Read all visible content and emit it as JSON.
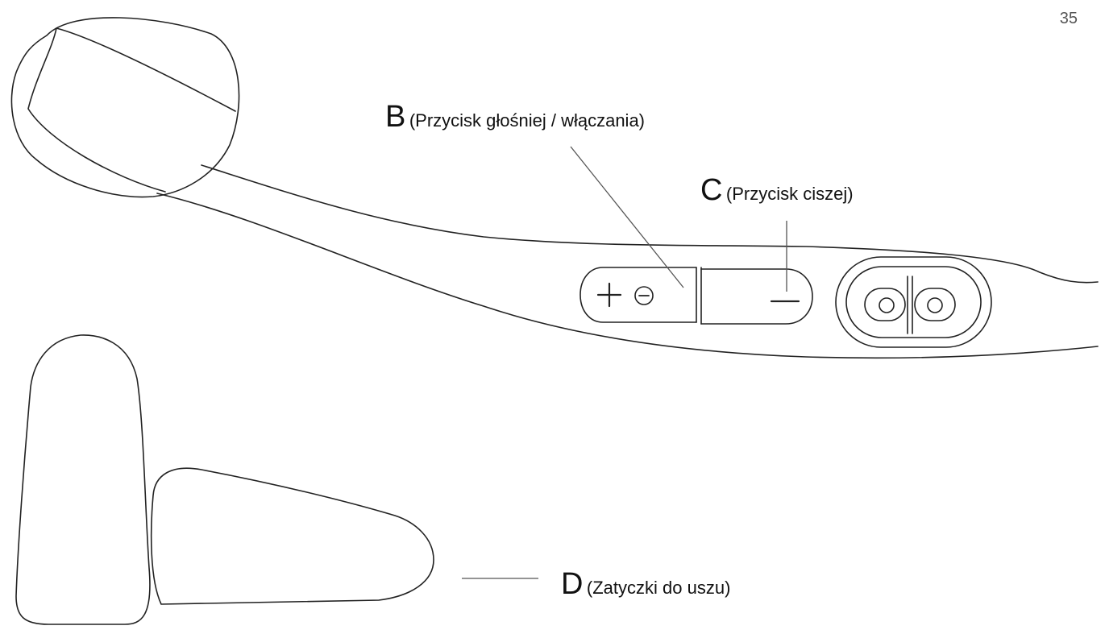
{
  "page_number": "35",
  "callouts": {
    "b": {
      "letter": "B",
      "description": "(Przycisk głośniej / włączania)"
    },
    "c": {
      "letter": "C",
      "description": "(Przycisk ciszej)"
    },
    "d": {
      "letter": "D",
      "description": "(Zatyczki do uszu)"
    }
  }
}
